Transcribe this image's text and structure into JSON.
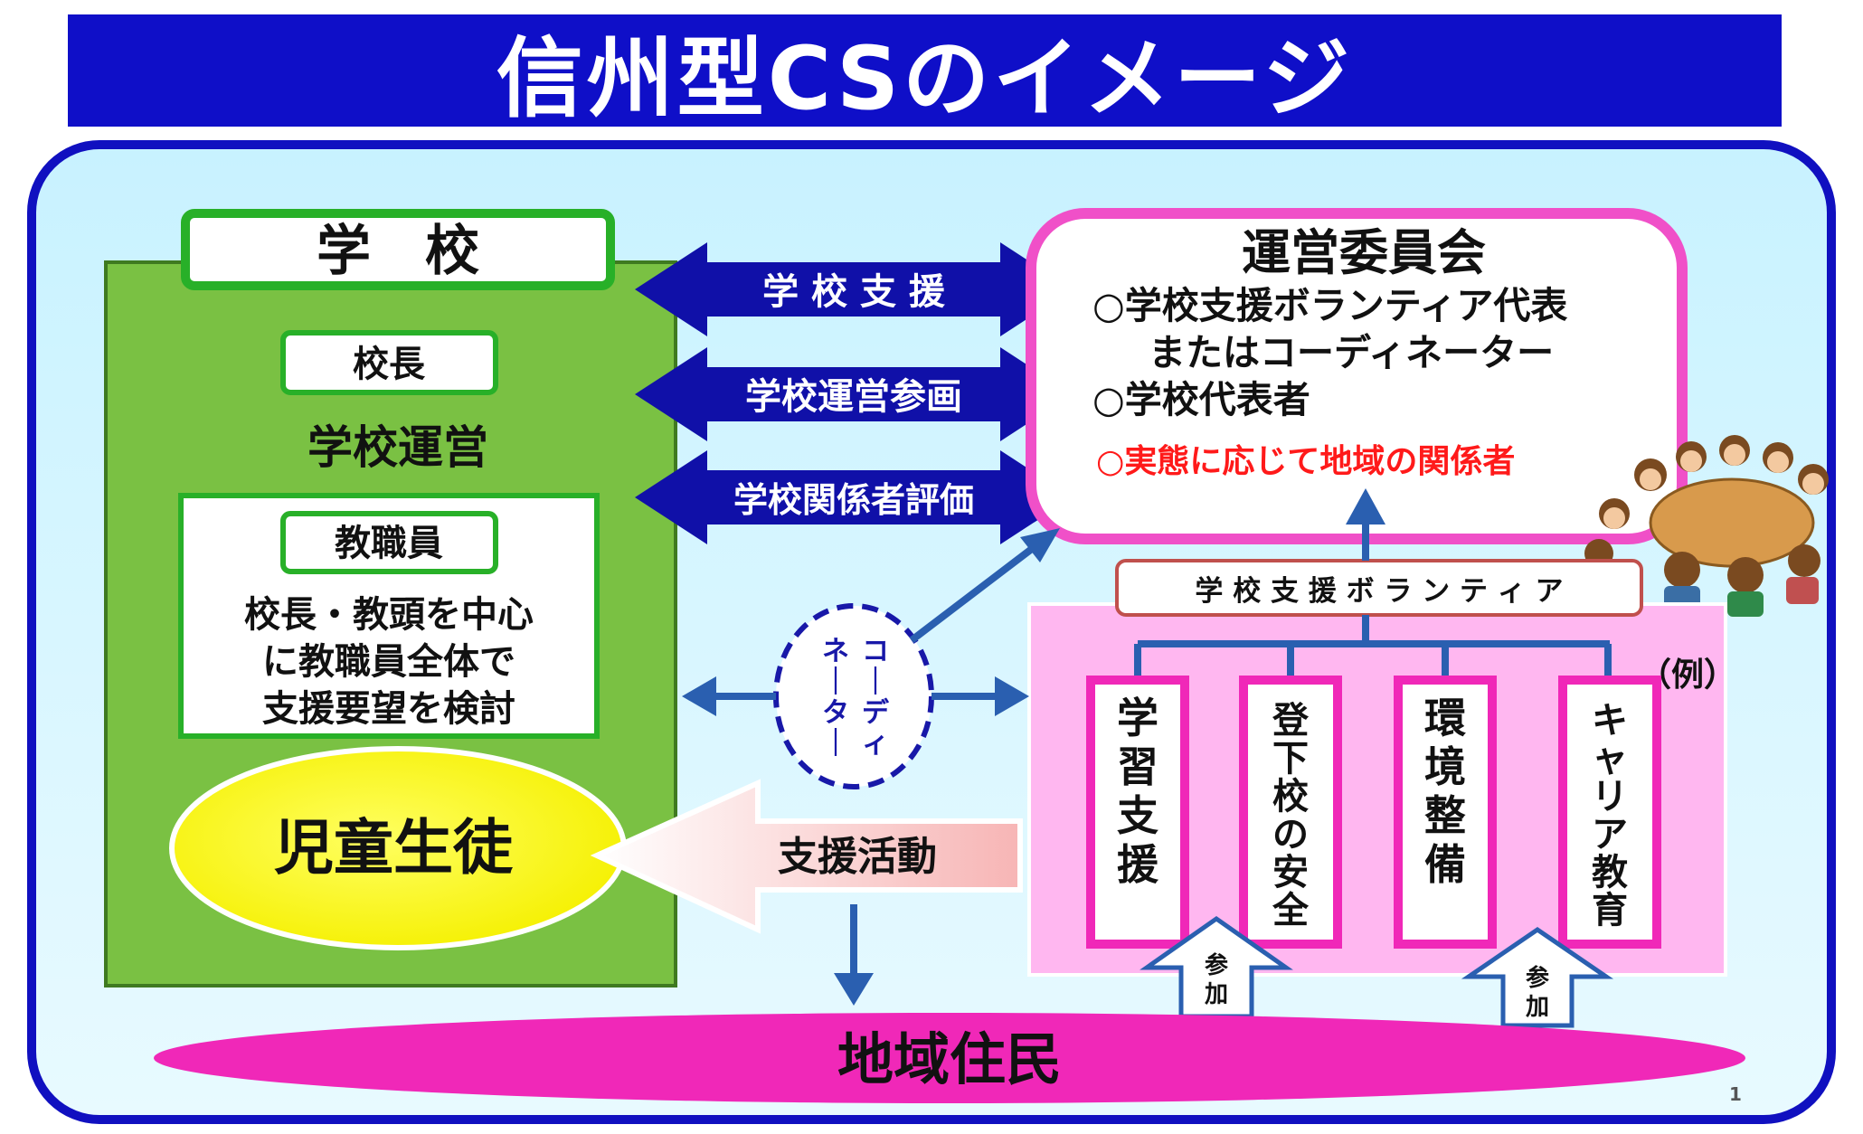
{
  "title": "信州型CSのイメージ",
  "school": {
    "label": "学　校",
    "principal": "校長",
    "management": "学校運営",
    "staff": "教職員",
    "staff_desc": [
      "校長・教頭を中心",
      "に教職員全体で",
      "支援要望を検討"
    ],
    "students": "児童生徒"
  },
  "arrows": {
    "support": "学 校 支 援",
    "participation": "学校運営参画",
    "evaluation": "学校関係者評価",
    "activity": "支援活動"
  },
  "committee": {
    "title": "運営委員会",
    "items": [
      "○学校支援ボランティア代表",
      "またはコーディネーター",
      "○学校代表者"
    ],
    "highlight": "○実態に応じて地域の関係者"
  },
  "coordinator": {
    "col1": "コーディ",
    "col2": "ネーター"
  },
  "volunteer": {
    "title": "学 校 支 援 ボ ラ ン テ ィ ア",
    "example": "（例）",
    "activities": [
      "学習支援",
      "登下校の安全",
      "環境整備",
      "キャリア教育"
    ],
    "join": "参加"
  },
  "community": "地域住民",
  "page_number": "1",
  "colors": {
    "banner": "#0f0fc8",
    "panel": "#c8f2ff",
    "school_green": "#7ac143",
    "navy_arrow": "#1010a8",
    "committee_pink": "#f050c8",
    "volunteer_bg": "#ffb7f0",
    "student_yellow": "#ffff00",
    "community_magenta": "#f028b8",
    "highlight_red": "#ff1a1a",
    "arrow_blue": "#2a5fb0"
  }
}
